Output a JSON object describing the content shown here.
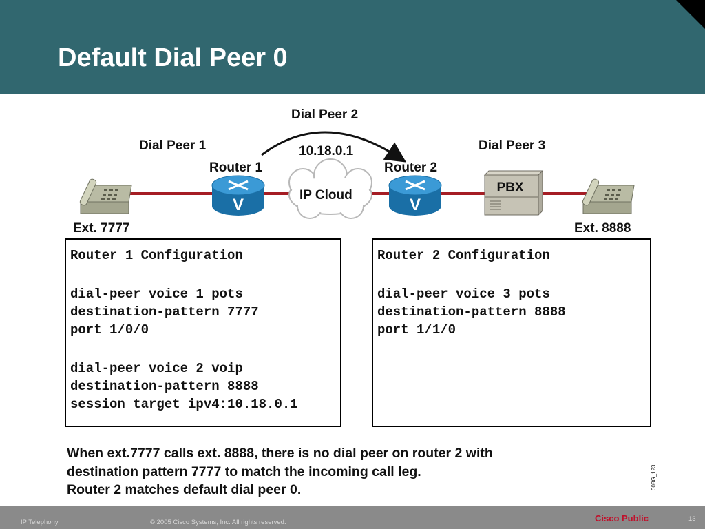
{
  "slide": {
    "title": "Default Dial Peer 0"
  },
  "diagram": {
    "dial_peer_1": "Dial Peer 1",
    "dial_peer_2": "Dial Peer 2",
    "dial_peer_3": "Dial Peer 3",
    "ip_address": "10.18.0.1",
    "router_1": "Router 1",
    "router_2": "Router 2",
    "cloud": "IP Cloud",
    "pbx": "PBX",
    "ext_left": "Ext. 7777",
    "ext_right": "Ext. 8888",
    "router_glyph": "V",
    "colors": {
      "link": "#a51d24",
      "router": "#1e7fbf",
      "header": "#31676f"
    },
    "icons": [
      "telephone-icon",
      "router-icon",
      "cloud-icon",
      "pbx-icon"
    ]
  },
  "config1": {
    "title": "Router 1 Configuration",
    "l1": "dial-peer voice 1 pots",
    "l2": "destination-pattern 7777",
    "l3": "port 1/0/0",
    "l4": "dial-peer voice 2 voip",
    "l5": "destination-pattern 8888",
    "l6": "session target ipv4:10.18.0.1"
  },
  "config2": {
    "title": "Router 2 Configuration",
    "l1": "dial-peer voice 3 pots",
    "l2": "destination-pattern 8888",
    "l3": "port 1/1/0"
  },
  "note": {
    "line1": "When ext.7777 calls ext. 8888, there is no dial peer on router 2 with",
    "line2": "destination pattern 7777 to match the incoming call leg.",
    "line3": "Router 2 matches default dial peer 0."
  },
  "side_code": "008G_123",
  "footer": {
    "left": "IP Telephony",
    "copyright": "© 2005 Cisco Systems, Inc. All rights reserved.",
    "public": "Cisco Public",
    "page": "13"
  }
}
